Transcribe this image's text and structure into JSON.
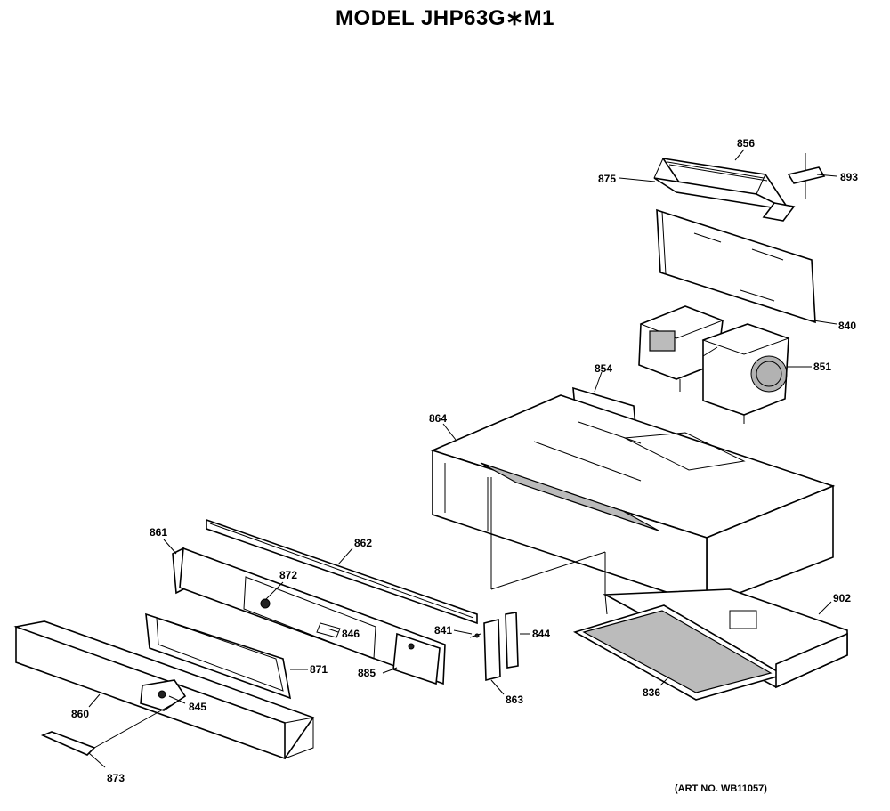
{
  "header": {
    "title": "MODEL JHP63G∗M1"
  },
  "footer": {
    "art_number": "(ART NO. WB11057)"
  },
  "labels": {
    "p856": "856",
    "p875": "875",
    "p893": "893",
    "p840": "840",
    "p851": "851",
    "p864": "864",
    "p854": "854",
    "p861": "861",
    "p862": "862",
    "p872": "872",
    "p846": "846",
    "p841": "841",
    "p844": "844",
    "p871": "871",
    "p885": "885",
    "p902": "902",
    "p860": "860",
    "p845": "845",
    "p863": "863",
    "p836": "836",
    "p873": "873"
  }
}
